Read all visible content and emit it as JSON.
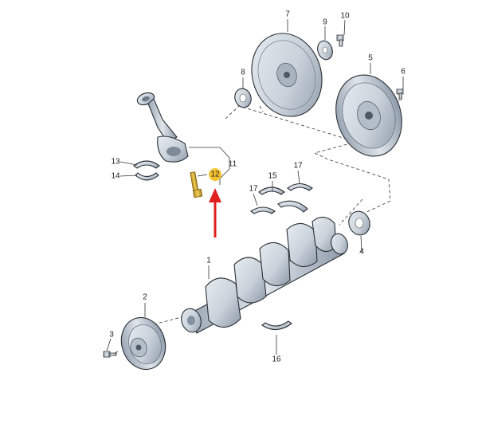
{
  "diagram": {
    "highlight_color": "#f2c230",
    "arrow_color": "#e02020",
    "part_fill": "#cfd6de",
    "part_shadow": "#8d99a6",
    "highlighted_part": "12",
    "callouts": {
      "c1": "1",
      "c2": "2",
      "c3": "3",
      "c4": "4",
      "c5": "5",
      "c6": "6",
      "c7": "7",
      "c8": "8",
      "c9": "9",
      "c10": "10",
      "c11": "11",
      "c12": "12",
      "c13": "13",
      "c14": "14",
      "c15": "15",
      "c16": "16",
      "c17a": "17",
      "c17b": "17"
    }
  }
}
